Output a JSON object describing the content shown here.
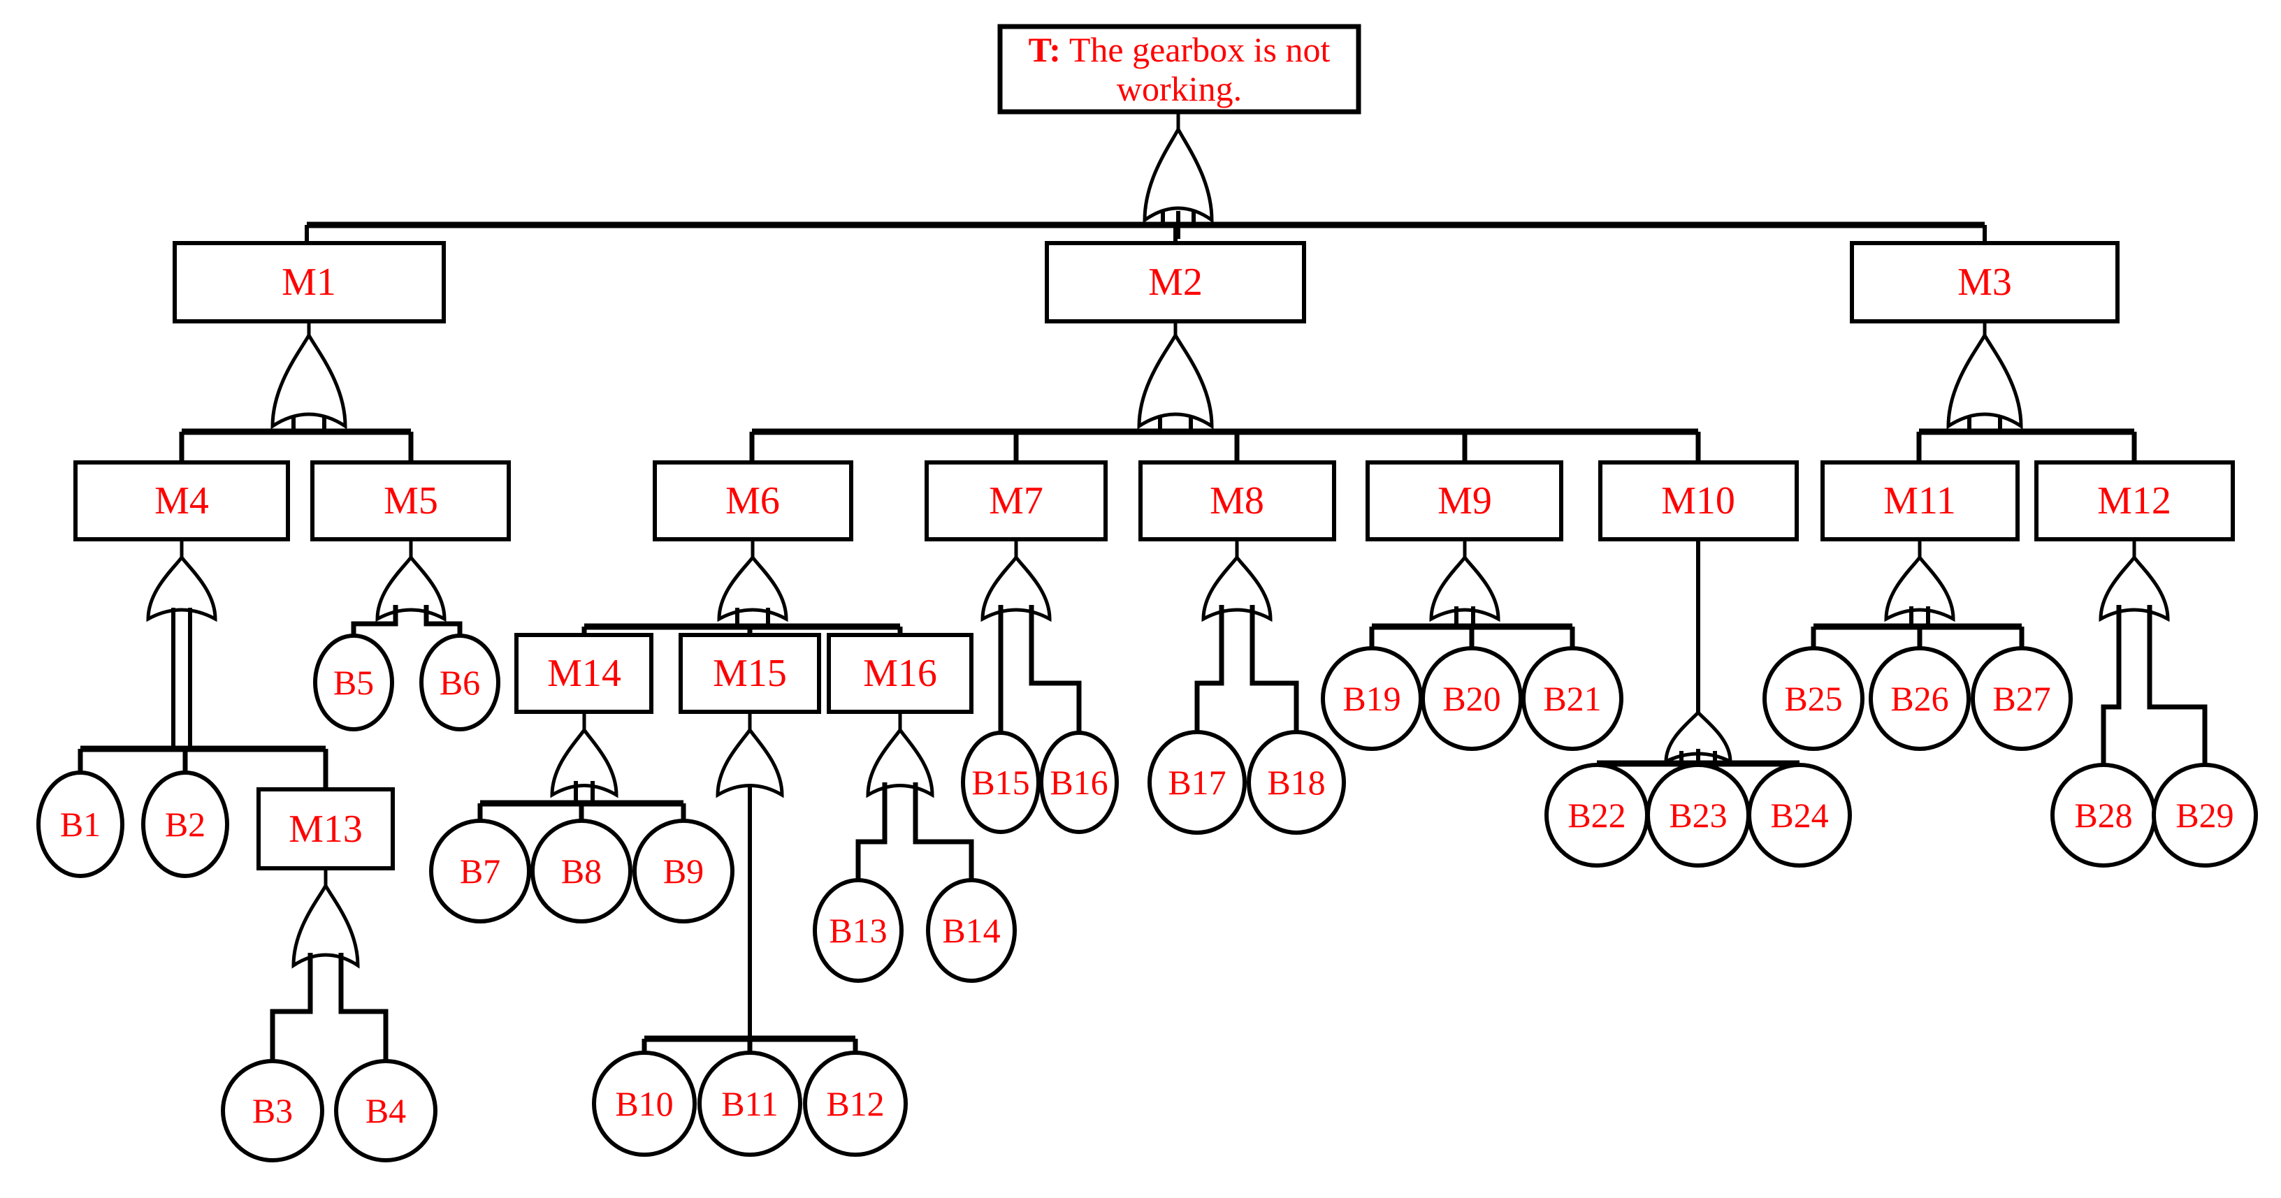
{
  "diagram": {
    "type": "fault-tree",
    "gate_type_all": "OR",
    "background_color": "#ffffff",
    "line_color": "#000000",
    "label_color": "#ff0000"
  },
  "top_event": {
    "id": "T",
    "prefix": "T:",
    "text": "The gearbox is not working."
  },
  "labels": {
    "M1": "M1",
    "M2": "M2",
    "M3": "M3",
    "M4": "M4",
    "M5": "M5",
    "M6": "M6",
    "M7": "M7",
    "M8": "M8",
    "M9": "M9",
    "M10": "M10",
    "M11": "M11",
    "M12": "M12",
    "M13": "M13",
    "M14": "M14",
    "M15": "M15",
    "M16": "M16",
    "B1": "B1",
    "B2": "B2",
    "B3": "B3",
    "B4": "B4",
    "B5": "B5",
    "B6": "B6",
    "B7": "B7",
    "B8": "B8",
    "B9": "B9",
    "B10": "B10",
    "B11": "B11",
    "B12": "B12",
    "B13": "B13",
    "B14": "B14",
    "B15": "B15",
    "B16": "B16",
    "B17": "B17",
    "B18": "B18",
    "B19": "B19",
    "B20": "B20",
    "B21": "B21",
    "B22": "B22",
    "B23": "B23",
    "B24": "B24",
    "B25": "B25",
    "B26": "B26",
    "B27": "B27",
    "B28": "B28",
    "B29": "B29"
  },
  "tree": {
    "T": [
      "M1",
      "M2",
      "M3"
    ],
    "M1": [
      "M4",
      "M5"
    ],
    "M2": [
      "M6",
      "M7",
      "M8",
      "M9",
      "M10"
    ],
    "M3": [
      "M11",
      "M12"
    ],
    "M4": [
      "B1",
      "B2",
      "M13"
    ],
    "M5": [
      "B5",
      "B6"
    ],
    "M6": [
      "M14",
      "M15",
      "M16"
    ],
    "M7": [
      "B15",
      "B16"
    ],
    "M8": [
      "B17",
      "B18"
    ],
    "M9": [
      "B19",
      "B20",
      "B21"
    ],
    "M10": [
      "B22",
      "B23",
      "B24"
    ],
    "M11": [
      "B25",
      "B26",
      "B27"
    ],
    "M12": [
      "B28",
      "B29"
    ],
    "M13": [
      "B3",
      "B4"
    ],
    "M14": [
      "B7",
      "B8",
      "B9"
    ],
    "M15": [
      "B10",
      "B11",
      "B12"
    ],
    "M16": [
      "B13",
      "B14"
    ]
  }
}
